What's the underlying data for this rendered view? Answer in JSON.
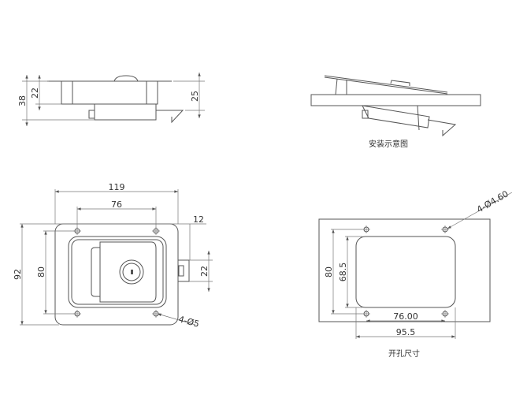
{
  "side_view": {
    "dim_total_height": "38",
    "dim_body_height": "22",
    "dim_right_height": "25"
  },
  "install_view": {
    "caption": "安装示意图"
  },
  "front_view": {
    "dim_width": "119",
    "dim_hole_spacing_x": "76",
    "dim_bolt_offset": "12",
    "dim_height": "92",
    "dim_hole_spacing_y": "80",
    "dim_bolt_height": "22",
    "dim_hole_dia": "4-Ø5"
  },
  "cutout_view": {
    "dim_hole_dia": "4-Ø4.60",
    "dim_hole_spacing_y": "80",
    "dim_cut_height": "68.5",
    "dim_hole_spacing_x": "76.00",
    "dim_cut_width": "95.5",
    "caption": "开孔尺寸"
  }
}
